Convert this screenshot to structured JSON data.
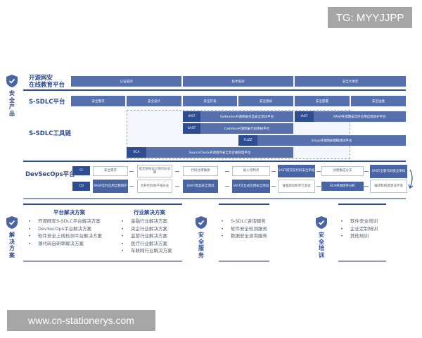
{
  "watermarks": {
    "top": "TG: MYYJJPP",
    "bottom": "www.cn-stationerys.com"
  },
  "colors": {
    "primary": "#2b4a8c",
    "bar": "#5570ad",
    "tag": "#2e4d91",
    "dashed_bg": "#f4f6fb",
    "muted_text": "#555c6e"
  },
  "product_section": {
    "label": "安全产品",
    "icon": "shield-check-icon",
    "education": {
      "label_line1": "开源网安",
      "label_line2": "在线教育平台",
      "bars": [
        "认证培训",
        "技术培训",
        "安全大讲堂"
      ]
    },
    "sdlc_platform": {
      "label": "S-SDLC平台",
      "phases": [
        "安全需求",
        "安全设计",
        "安全开发",
        "安全测试",
        "安全部署",
        "安全运维"
      ]
    },
    "toolchain": {
      "label": "S-SDLC工具链",
      "tools": [
        {
          "tag": "IAST",
          "name": "VulHunter开源网安灰盒安全测试平台"
        },
        {
          "tag": "IAST",
          "name": "RASP开源网安实时应用自我防护平台"
        },
        {
          "tag": "SAST",
          "name": "CodeSec开源网安代码审核平台"
        },
        {
          "tag": "FUZZ",
          "name": "SFuzz开源网安模糊测试平台"
        },
        {
          "tag": "SCA",
          "name": "SourceCheck开源组件安全及合规管理平台"
        }
      ]
    },
    "devsecops": {
      "label": "DevSecOps平台",
      "ci": {
        "tag": "CI",
        "steps": [
          "安全需求",
          "提交架构设计到代码仓库",
          "代码仓库散源",
          "加入控制点",
          "SAST提交前代码安全审核",
          "创建集成分支",
          "SAST全量代码安全审核"
        ]
      },
      "cd": {
        "tag": "CD",
        "steps": [
          "RASP实时应用自我保护",
          "合并代码到产线分支",
          "DAST黑盒安全测试",
          "IAST交互式应用安全测试",
          "冒烟测试和单元测试",
          "SCA开源组件分析",
          "编译和构建测试环境"
        ]
      }
    }
  },
  "solutions": {
    "label": "解决方案",
    "platform": {
      "title": "平台解决方案",
      "items": [
        "开源网安S-SDLC平台解决方案",
        "DevSecOps平台解决方案",
        "软件安全上线检测平台解决方案",
        "源代码自研率解决方案"
      ]
    },
    "industry": {
      "title": "行业解决方案",
      "items": [
        "金融行业解决方案",
        "央企行业解决方案",
        "监管行业解决方案",
        "医疗行业解决方案",
        "车联网行业解决方案"
      ]
    }
  },
  "services": {
    "label": "安全服务",
    "items": [
      "S-SDLC咨询服务",
      "软件安全检测服务",
      "数据安全咨询服务"
    ]
  },
  "training": {
    "label": "安全培训",
    "items": [
      "软件安全培训",
      "企业定制培训",
      "其他培训"
    ]
  }
}
